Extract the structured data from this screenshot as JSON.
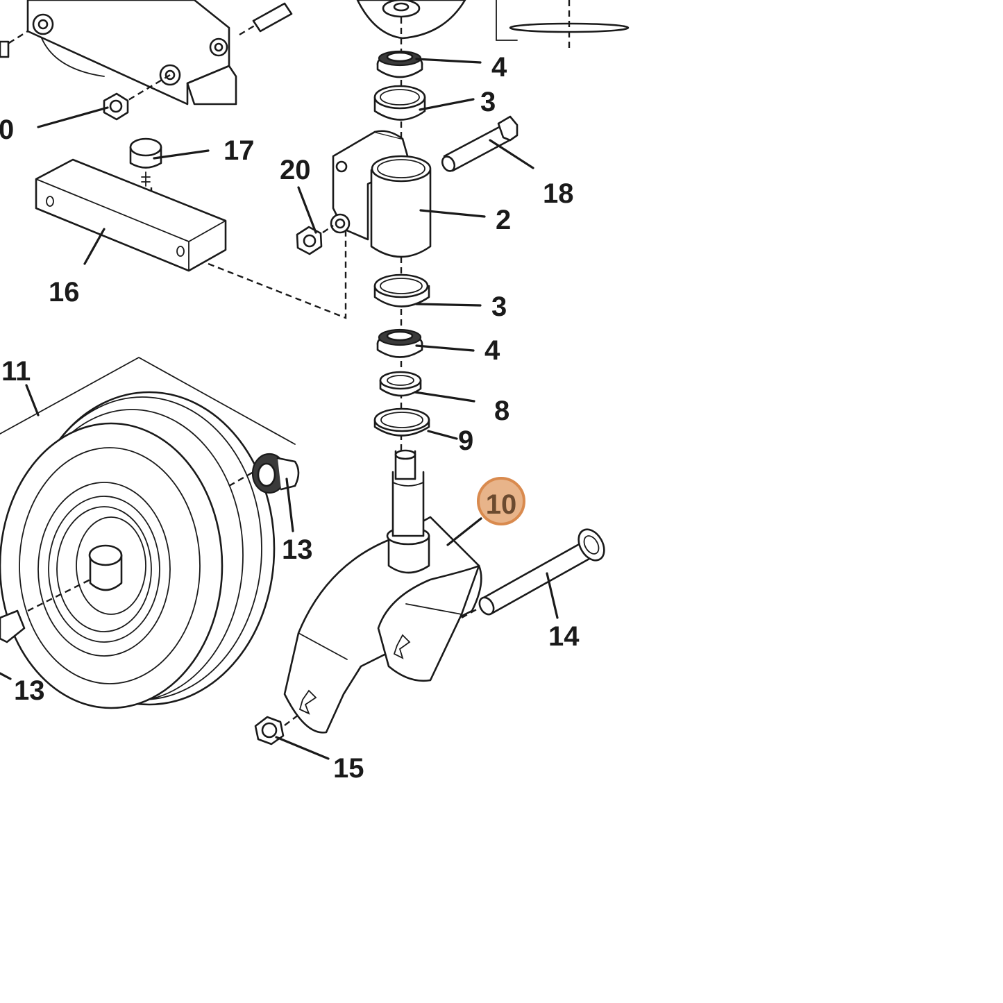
{
  "highlight": {
    "color": "#e8b48a",
    "stroke": "#d98a4e",
    "text_color": "#6b4a2f"
  },
  "callouts": [
    {
      "id": "label-0",
      "text": "0"
    },
    {
      "id": "label-4-top",
      "text": "4"
    },
    {
      "id": "label-3-top",
      "text": "3"
    },
    {
      "id": "label-17",
      "text": "17"
    },
    {
      "id": "label-20",
      "text": "20"
    },
    {
      "id": "label-18",
      "text": "18"
    },
    {
      "id": "label-2",
      "text": "2"
    },
    {
      "id": "label-16",
      "text": "16"
    },
    {
      "id": "label-3-bottom",
      "text": "3"
    },
    {
      "id": "label-4-bottom",
      "text": "4"
    },
    {
      "id": "label-11",
      "text": "11"
    },
    {
      "id": "label-8",
      "text": "8"
    },
    {
      "id": "label-9",
      "text": "9"
    },
    {
      "id": "label-10",
      "text": "10"
    },
    {
      "id": "label-13-right",
      "text": "13"
    },
    {
      "id": "label-14",
      "text": "14"
    },
    {
      "id": "label-13-left",
      "text": "13"
    },
    {
      "id": "label-15",
      "text": "15"
    }
  ]
}
